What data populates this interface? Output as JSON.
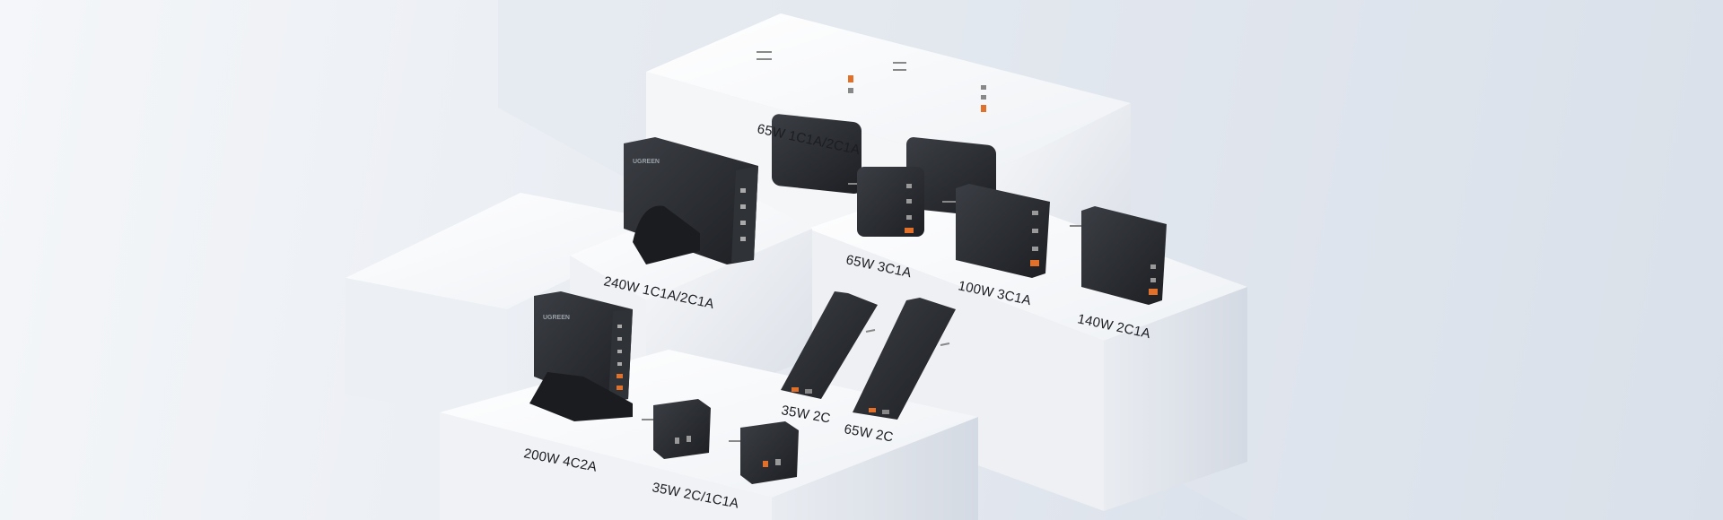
{
  "scene": {
    "background_color": "#e6eaf0",
    "pedestal_color": "#f4f5f7",
    "device_color": "#2a2c30"
  },
  "labels": {
    "top": "65W 1C1A/2C1A",
    "desk_left": "240W 1C1A/2C1A",
    "wall_a": "65W 3C1A",
    "wall_b": "100W 3C1A",
    "wall_c": "140W 2C1A",
    "slim_a": "35W 2C",
    "slim_b": "65W 2C",
    "desk_front": "200W 4C2A",
    "cube_pair": "35W 2C/1C1A"
  }
}
